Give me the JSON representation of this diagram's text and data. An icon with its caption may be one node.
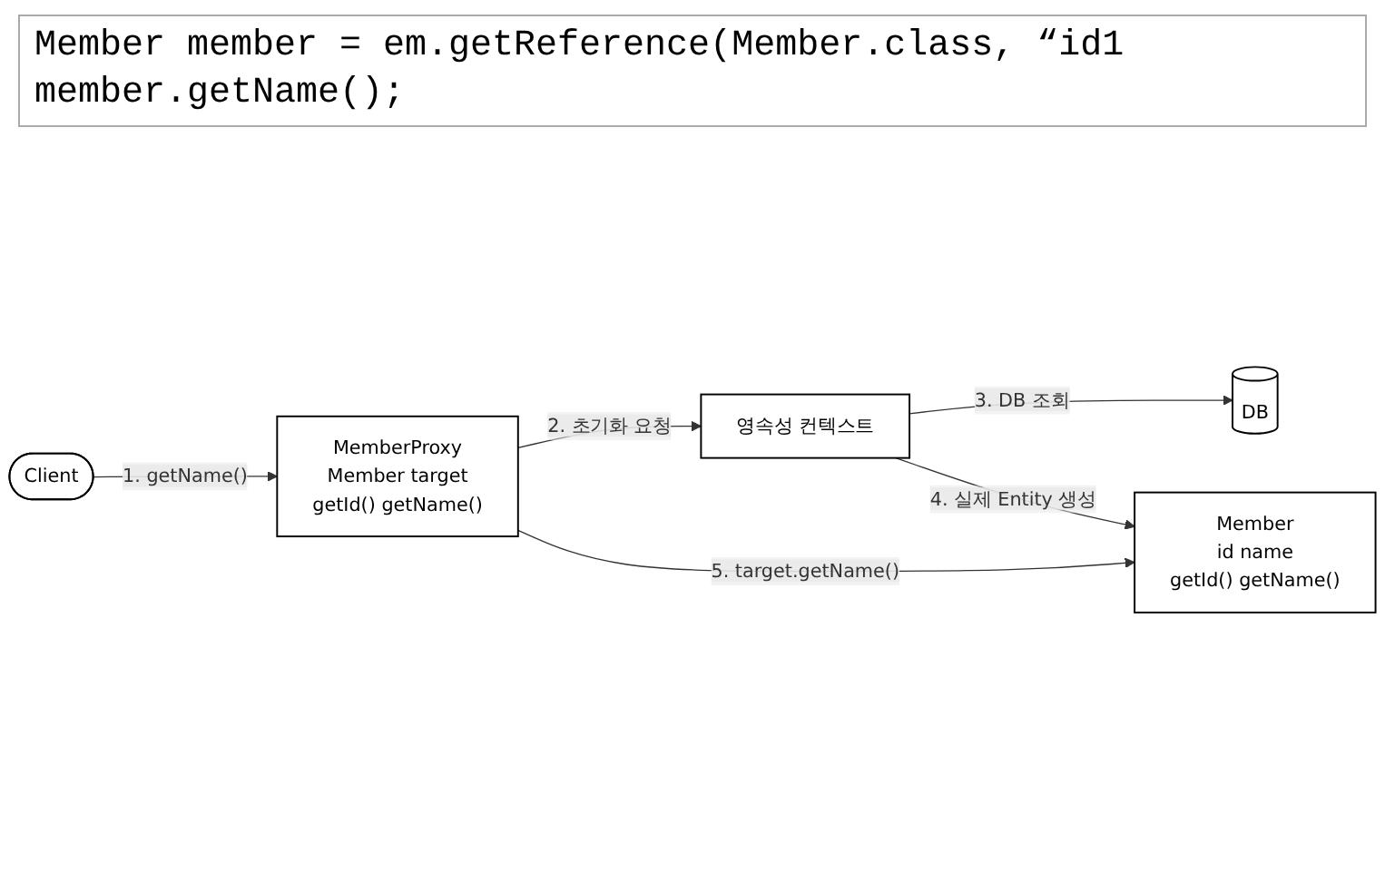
{
  "diagram": {
    "nodes": [
      {
        "text": [
          "Client"
        ]
      },
      {
        "text": [
          "MemberProxy",
          "Member target",
          "getId() getName()"
        ]
      },
      {
        "text": [
          "Member",
          "id name",
          "getId() getName()"
        ]
      },
      {
        "text": [
          "영속성 컨텍스트"
        ]
      },
      {
        "text": [
          "DB"
        ]
      }
    ],
    "edges": [
      {
        "from": 0,
        "to": 1,
        "arrow": "to",
        "label": "1. getName()"
      },
      {
        "from": 1,
        "to": 3,
        "arrow": "to",
        "label": "2. 초기화 요청"
      },
      {
        "from": 3,
        "to": 4,
        "arrow": "to",
        "label": "3. DB 조회"
      },
      {
        "from": 3,
        "to": 2,
        "arrow": "to",
        "label": "4. 실제 Entity 생성"
      },
      {
        "from": 1,
        "to": 2,
        "arrow": "to",
        "label": "5. target.getName()"
      }
    ],
    "labels": [
      "Member member = em.getReference(Member.class, “id1",
      "member.getName();"
    ]
  }
}
